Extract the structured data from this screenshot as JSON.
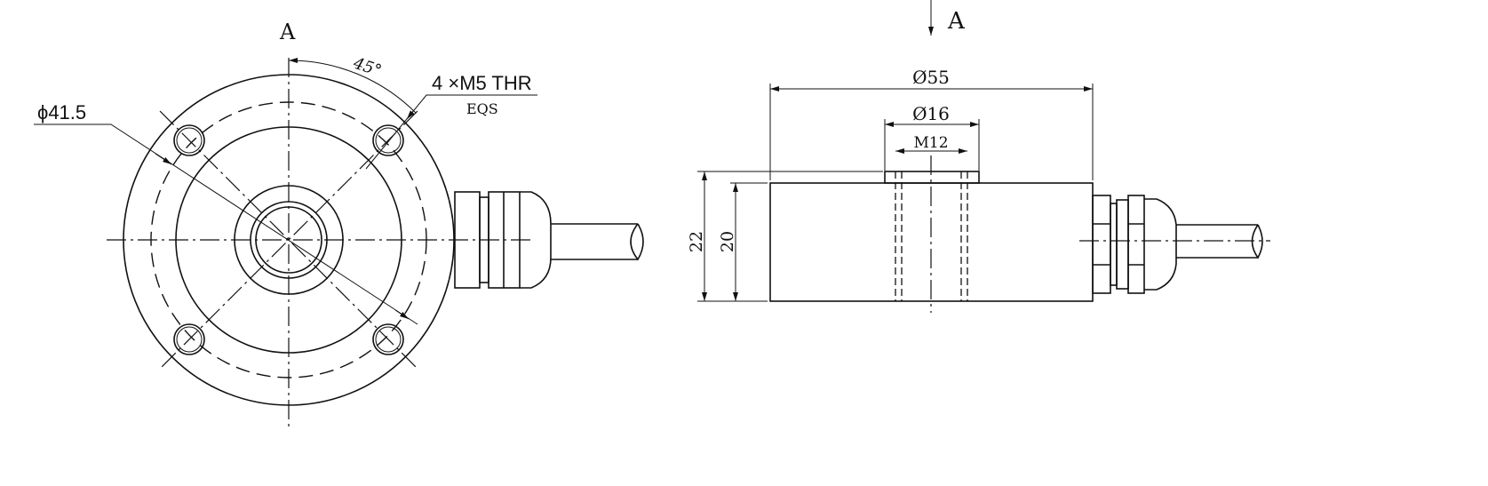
{
  "front_view": {
    "view_label": "A",
    "angle_label": "45°",
    "hole_callout": "4 ×M5 THR",
    "hole_callout_sub": "EQS",
    "bolt_circle_label": "ϕ41.5"
  },
  "side_view": {
    "view_arrow_label": "A",
    "outer_diameter_label": "Ø55",
    "boss_diameter_label": "Ø16",
    "thread_label": "M12",
    "total_height_label": "22",
    "body_height_label": "20"
  },
  "colors": {
    "line": "#111111",
    "background": "#ffffff"
  }
}
